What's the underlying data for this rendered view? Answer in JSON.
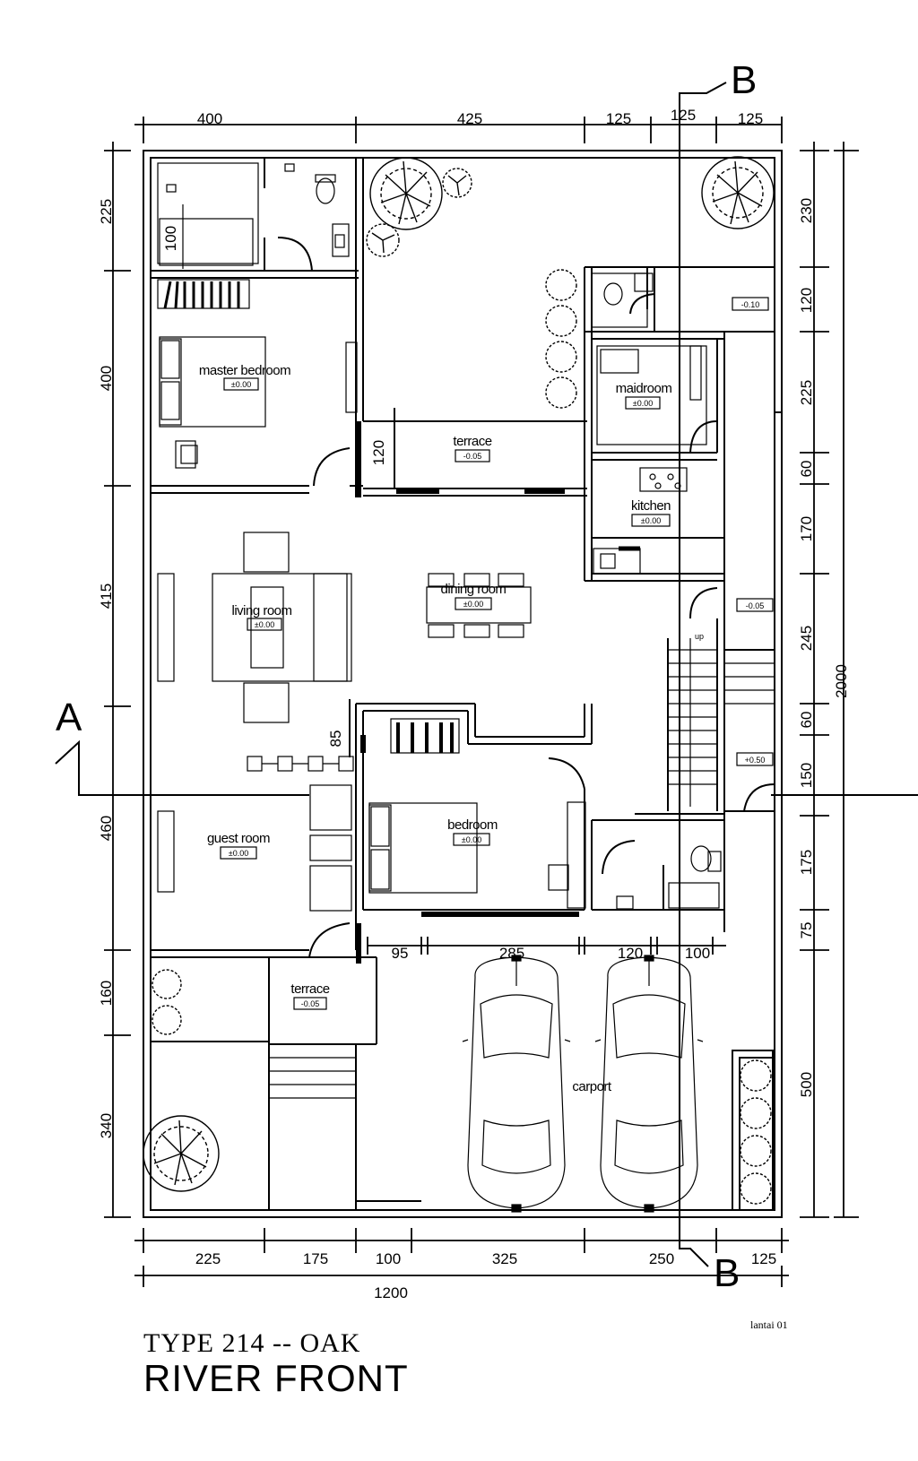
{
  "title": {
    "type": "TYPE 214  -- OAK",
    "name": "RIVER FRONT",
    "floor": "lantai 01"
  },
  "section_marks": {
    "a": "A",
    "b_top": "B",
    "b_bottom": "B"
  },
  "rooms": {
    "master_bedroom": {
      "label": "master bedroom",
      "elev": "±0.00"
    },
    "terrace_top": {
      "label": "terrace",
      "elev": "-0.05"
    },
    "maid_room": {
      "label": "maidroom",
      "elev": "±0.00"
    },
    "kitchen": {
      "label": "kitchen",
      "elev": "±0.00"
    },
    "living_room": {
      "label": "living room",
      "elev": "±0.00"
    },
    "dining_room": {
      "label": "dining room",
      "elev": "±0.00"
    },
    "bedroom": {
      "label": "bedroom",
      "elev": "±0.00"
    },
    "guest_room": {
      "label": "guest room",
      "elev": "±0.00"
    },
    "terrace_front": {
      "label": "terrace",
      "elev": "-0.05"
    },
    "carport": {
      "label": "carport"
    }
  },
  "annotations": {
    "elev_service_top": "-0.10",
    "elev_side_1": "-0.05",
    "elev_side_2": "+0.50",
    "stair_up": "up",
    "bed_mark": "100",
    "terrace_depth": "120",
    "wall_offset": "85"
  },
  "dimensions": {
    "top": [
      "400",
      "425",
      "125",
      "125",
      "125"
    ],
    "left": [
      "225",
      "400",
      "415",
      "460",
      "160",
      "340"
    ],
    "right": [
      "230",
      "120",
      "225",
      "60",
      "170",
      "245",
      "60",
      "150",
      "175",
      "75",
      "500"
    ],
    "right_total": "2000",
    "inner": [
      "95",
      "285",
      "120",
      "100"
    ],
    "bottom": [
      "225",
      "175",
      "100",
      "325",
      "250",
      "125"
    ],
    "bottom_total": "1200"
  }
}
